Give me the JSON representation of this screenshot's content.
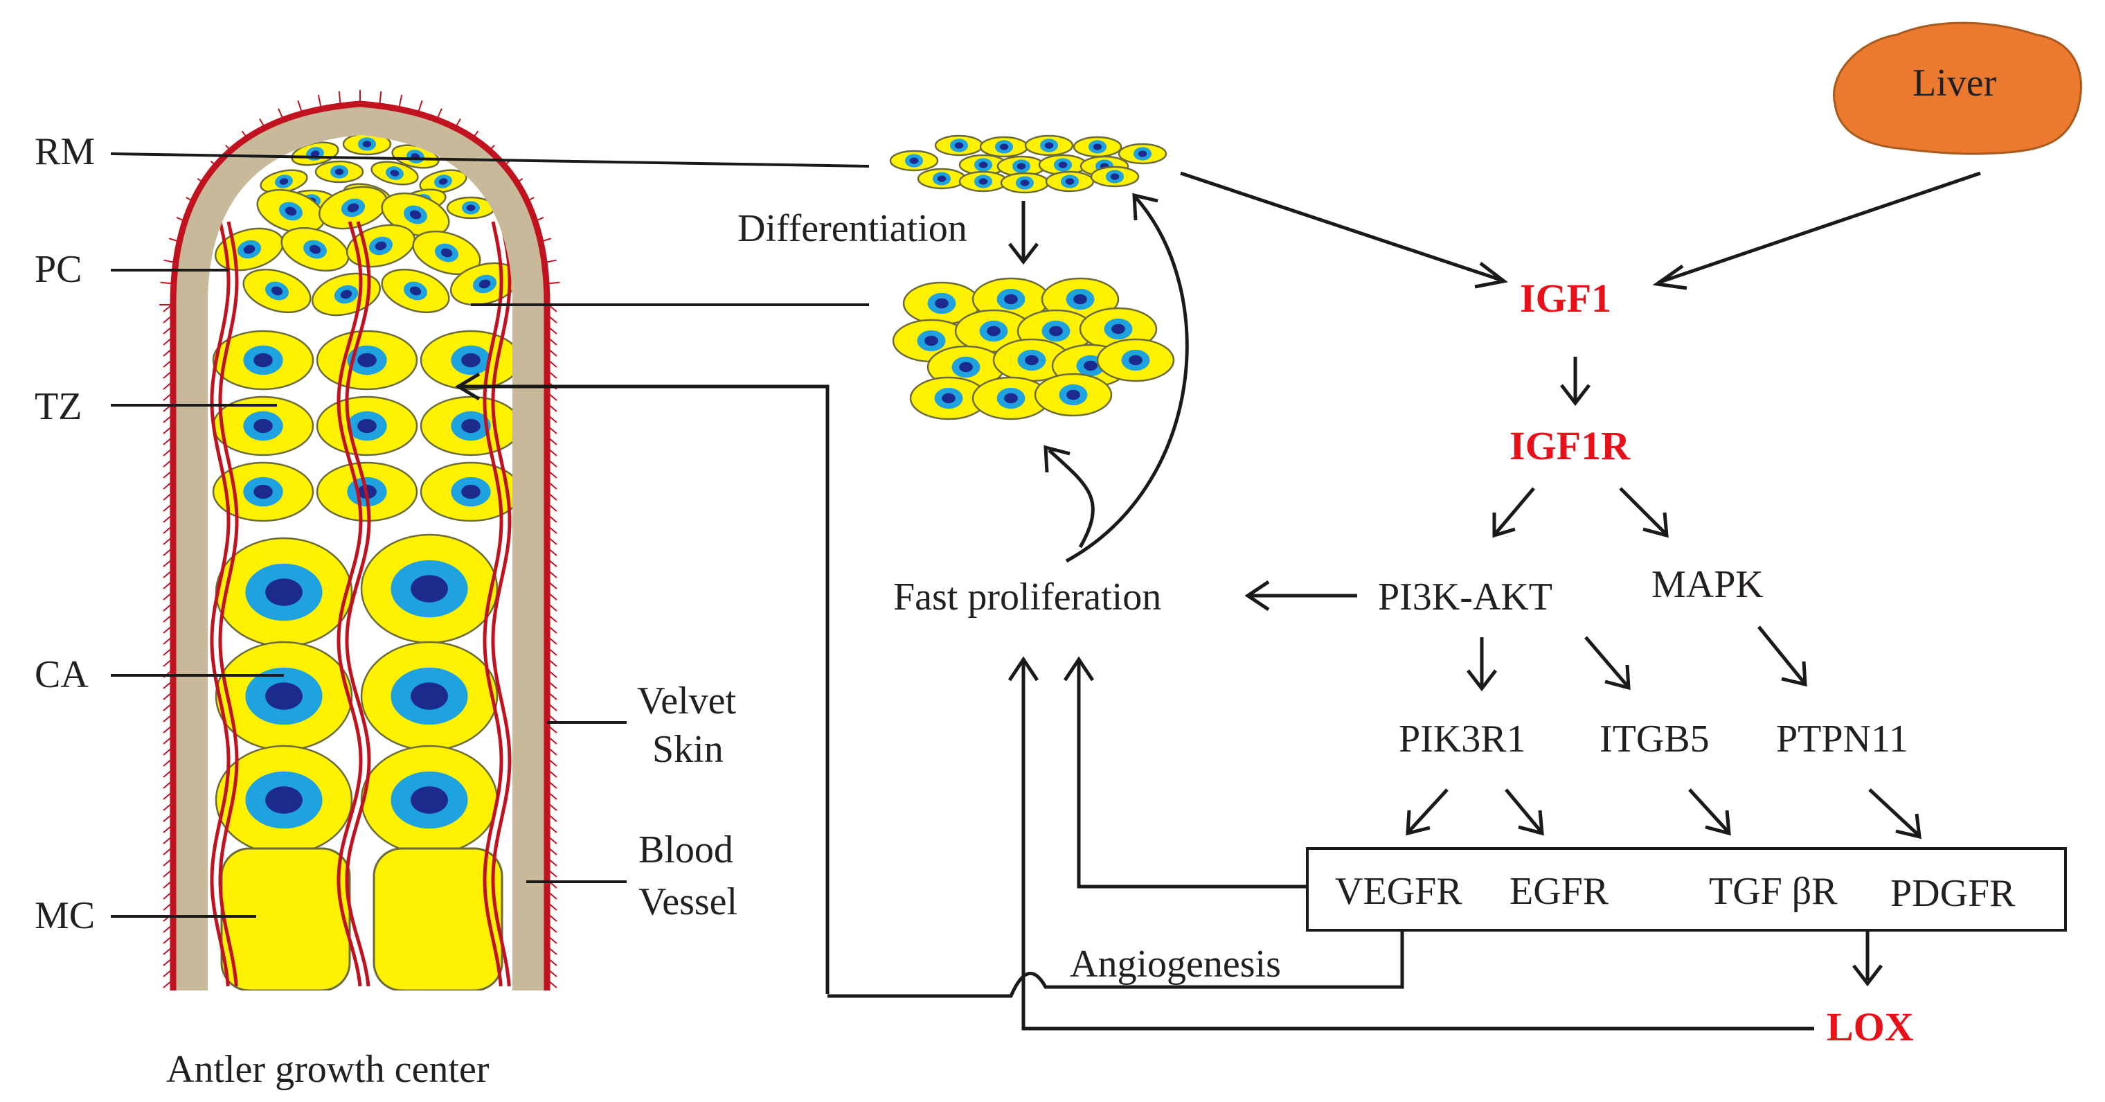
{
  "left_labels": {
    "rm": "RM",
    "pc": "PC",
    "tz": "TZ",
    "ca": "CA",
    "mc": "MC"
  },
  "right_labels": {
    "velvet_line1": "Velvet",
    "velvet_line2": "Skin",
    "blood_line1": "Blood",
    "blood_line2": "Vessel"
  },
  "antler_caption": "Antler growth center",
  "differentiation": "Differentiation",
  "fast_proliferation": "Fast proliferation",
  "angiogenesis": "Angiogenesis",
  "liver": "Liver",
  "pathway": {
    "igf1": "IGF1",
    "igf1r": "IGF1R",
    "pi3k_akt": "PI3K-AKT",
    "mapk": "MAPK",
    "pik3r1": "PIK3R1",
    "itgb5": "ITGB5",
    "ptpn11": "PTPN11",
    "vegfr": "VEGFR",
    "egfr": "EGFR",
    "tgfbr": "TGF βR",
    "pdgfr": "PDGFR",
    "lox": "LOX"
  },
  "colors": {
    "highlight_red": "#e8111a",
    "cell_yellow": "#fff200",
    "nucleus_blue": "#1fa2e0",
    "nucleolus_navy": "#1c2a8c",
    "vessel_red": "#c1121f",
    "skin_tan": "#c8b99a",
    "liver_orange": "#ec7a2e"
  }
}
